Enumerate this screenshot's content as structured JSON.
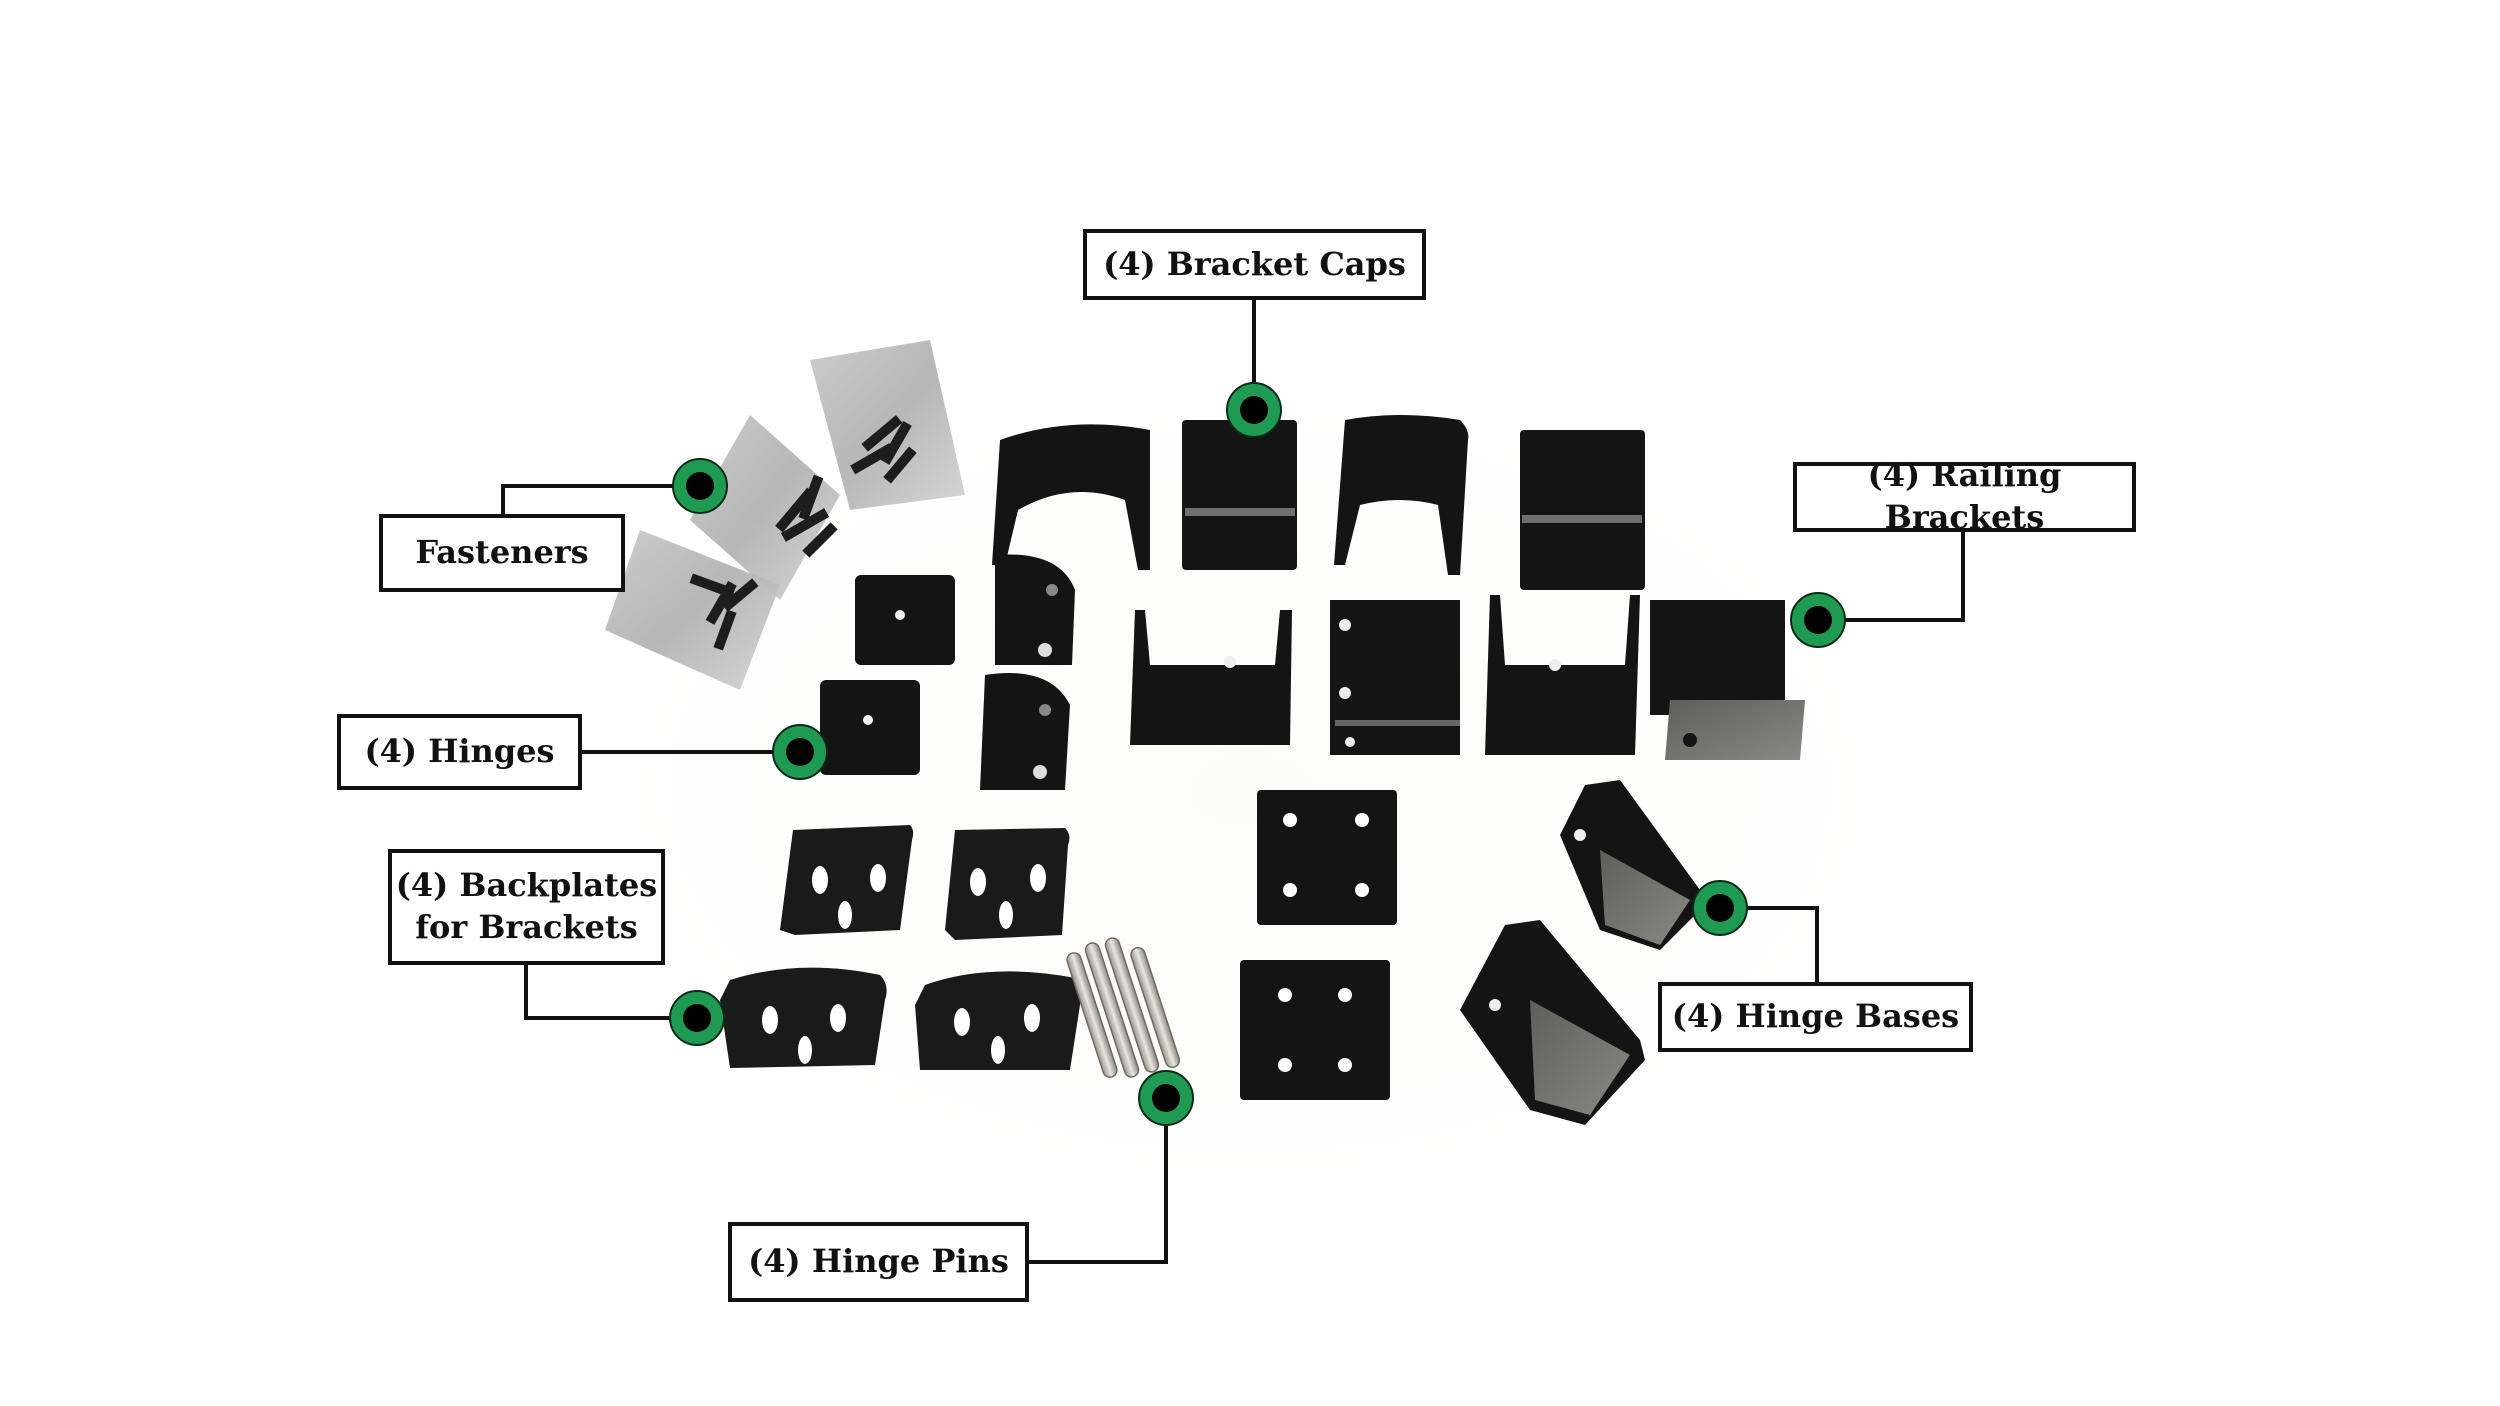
{
  "diagram": {
    "title": "Railing hardware kit contents",
    "marker_color": "#1e9a52",
    "marker_center_color": "#000000",
    "part_color": "#141414",
    "callouts": [
      {
        "id": "bracket-caps",
        "quantity": 4,
        "label": "(4) Bracket Caps"
      },
      {
        "id": "railing-brackets",
        "quantity": 4,
        "label": "(4) Railing Brackets"
      },
      {
        "id": "fasteners",
        "quantity": null,
        "label": "Fasteners"
      },
      {
        "id": "hinges",
        "quantity": 4,
        "label": "(4) Hinges"
      },
      {
        "id": "backplates",
        "quantity": 4,
        "label_line1": "(4) Backplates",
        "label_line2": "for Brackets"
      },
      {
        "id": "hinge-bases",
        "quantity": 4,
        "label": "(4) Hinge Bases"
      },
      {
        "id": "hinge-pins",
        "quantity": 4,
        "label": "(4) Hinge Pins"
      }
    ]
  }
}
